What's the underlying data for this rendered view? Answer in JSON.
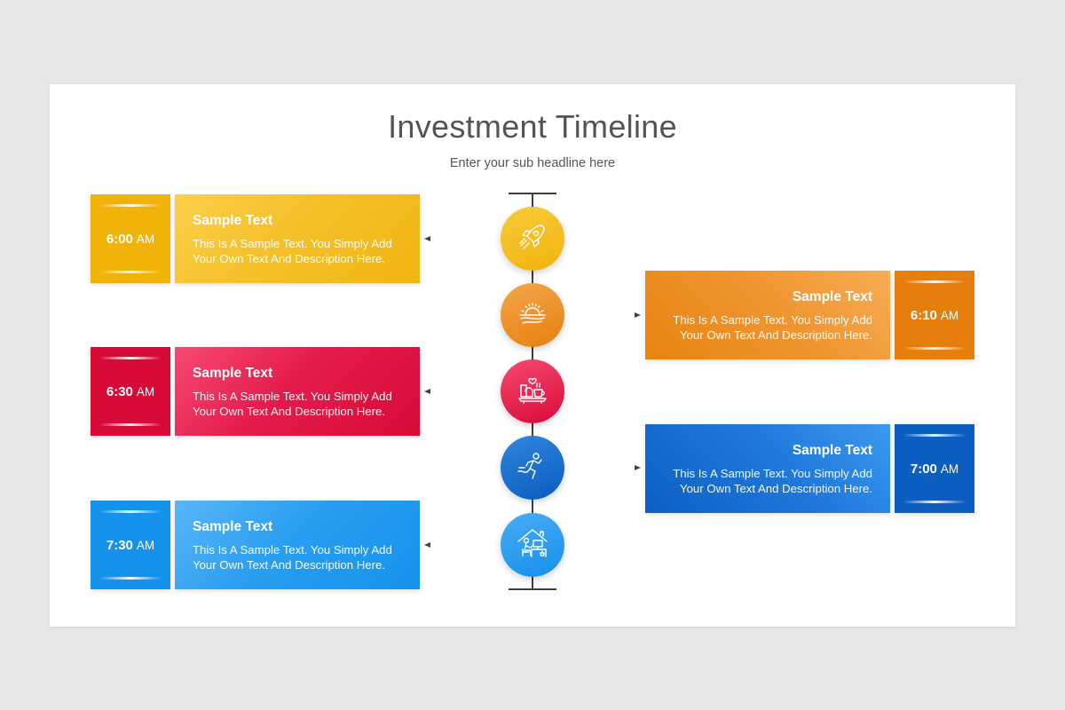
{
  "slide": {
    "title": "Investment Timeline",
    "subtitle": "Enter your sub headline here"
  },
  "timeline": {
    "items": [
      {
        "time": "6:00",
        "ampm": "AM",
        "heading": "Sample Text",
        "description": "This Is A Sample Text. You Simply Add Your Own Text And Description Here.",
        "side": "left",
        "icon": "rocket-icon",
        "color": "#f0b60f"
      },
      {
        "time": "6:10",
        "ampm": "AM",
        "heading": "Sample Text",
        "description": "This Is A Sample Text. You Simply Add Your Own Text And Description Here.",
        "side": "right",
        "icon": "sunrise-icon",
        "color": "#e98312"
      },
      {
        "time": "6:30",
        "ampm": "AM",
        "heading": "Sample Text",
        "description": "This Is A Sample Text. You Simply Add Your Own Text And Description Here.",
        "side": "left",
        "icon": "breakfast-tray-icon",
        "color": "#db0f3d"
      },
      {
        "time": "7:00",
        "ampm": "AM",
        "heading": "Sample Text",
        "description": "This Is A Sample Text. You Simply Add Your Own Text And Description Here.",
        "side": "right",
        "icon": "running-man-icon",
        "color": "#0d62c4"
      },
      {
        "time": "7:30",
        "ampm": "AM",
        "heading": "Sample Text",
        "description": "This Is A Sample Text. You Simply Add Your Own Text And Description Here.",
        "side": "left",
        "icon": "work-from-home-icon",
        "color": "#1592ec"
      }
    ]
  }
}
